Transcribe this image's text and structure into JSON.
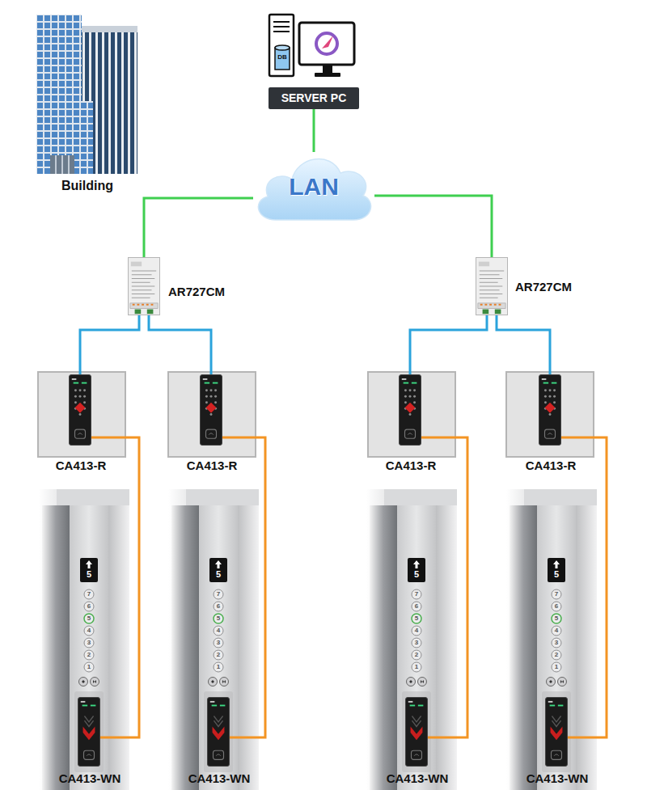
{
  "diagram": {
    "nodes": [
      {
        "text": [
          "Building"
        ]
      },
      {
        "text": [
          "SERVER PC"
        ]
      },
      {
        "text": [
          "LAN"
        ]
      },
      {
        "text": [
          "AR727CM"
        ]
      },
      {
        "text": [
          "AR727CM"
        ]
      },
      {
        "text": [
          "CA413-R"
        ]
      },
      {
        "text": [
          "CA413-R"
        ]
      },
      {
        "text": [
          "CA413-R"
        ]
      },
      {
        "text": [
          "CA413-R"
        ]
      },
      {
        "text": [
          "CA413-WN"
        ]
      },
      {
        "text": [
          "CA413-WN"
        ]
      },
      {
        "text": [
          "CA413-WN"
        ]
      },
      {
        "text": [
          "CA413-WN"
        ]
      }
    ],
    "edges": [
      {
        "from": 1,
        "to": 2,
        "arrow": "none"
      },
      {
        "from": 2,
        "to": 3,
        "arrow": "none"
      },
      {
        "from": 2,
        "to": 4,
        "arrow": "none"
      },
      {
        "from": 3,
        "to": 5,
        "arrow": "none"
      },
      {
        "from": 3,
        "to": 6,
        "arrow": "none"
      },
      {
        "from": 4,
        "to": 7,
        "arrow": "none"
      },
      {
        "from": 4,
        "to": 8,
        "arrow": "none"
      },
      {
        "from": 5,
        "to": 9,
        "arrow": "none"
      },
      {
        "from": 6,
        "to": 10,
        "arrow": "none"
      },
      {
        "from": 7,
        "to": 11,
        "arrow": "none"
      },
      {
        "from": 8,
        "to": 12,
        "arrow": "none"
      }
    ],
    "labels": [
      "DB",
      "5",
      "7",
      "6",
      "5",
      "4",
      "3",
      "2",
      "1",
      "5",
      "7",
      "6",
      "5",
      "4",
      "3",
      "2",
      "1",
      "5",
      "7",
      "6",
      "5",
      "4",
      "3",
      "2",
      "1",
      "5",
      "7",
      "6",
      "5",
      "4",
      "3",
      "2",
      "1"
    ]
  }
}
